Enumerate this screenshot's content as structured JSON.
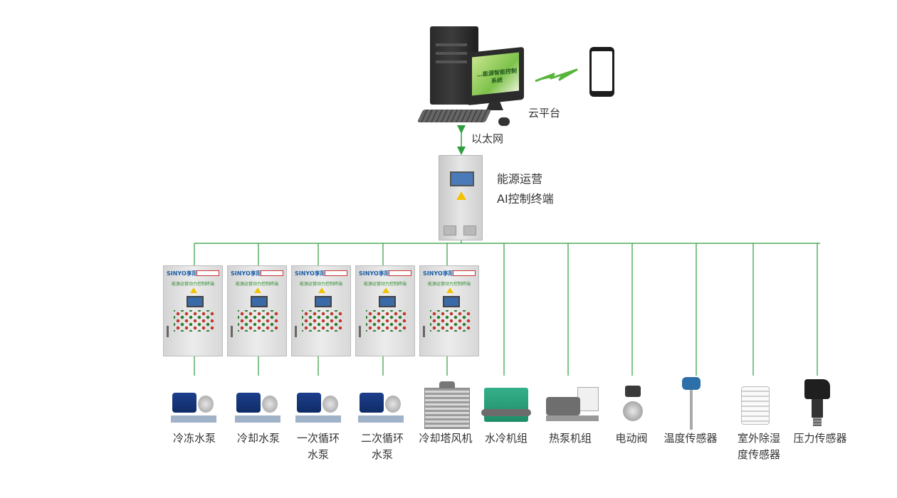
{
  "colors": {
    "line": "#2e9e3e",
    "text": "#333333"
  },
  "computer": {
    "screen_title": "…能源智能控制系统"
  },
  "links": {
    "ethernet": "以太网",
    "cloud": "云平台"
  },
  "master_terminal": {
    "line1": "能源运营",
    "line2": "AI控制终端"
  },
  "cabinets": [
    {
      "brand": "SINYO享阳",
      "title": "能源运营动力控制终端"
    },
    {
      "brand": "SINYO享阳",
      "title": "能源运营动力控制终端"
    },
    {
      "brand": "SINYO享阳",
      "title": "能源运营动力控制终端"
    },
    {
      "brand": "SINYO享阳",
      "title": "能源运营动力控制终端"
    },
    {
      "brand": "SINYO享阳",
      "title": "能源运营动力控制终端"
    }
  ],
  "devices": [
    {
      "label": "冷冻水泵",
      "icon": "pump-icon"
    },
    {
      "label": "冷却水泵",
      "icon": "pump-icon"
    },
    {
      "label": "一次循环\n水泵",
      "icon": "pump-icon"
    },
    {
      "label": "二次循环\n水泵",
      "icon": "pump-icon"
    },
    {
      "label": "冷却塔风机",
      "icon": "cooling-tower-icon"
    },
    {
      "label": "水冷机组",
      "icon": "water-chiller-icon"
    },
    {
      "label": "热泵机组",
      "icon": "heat-pump-icon"
    },
    {
      "label": "电动阀",
      "icon": "electric-valve-icon"
    },
    {
      "label": "温度传感器",
      "icon": "temperature-sensor-icon"
    },
    {
      "label": "室外除湿\n度传感器",
      "icon": "humidity-sensor-icon"
    },
    {
      "label": "压力传感器",
      "icon": "pressure-sensor-icon"
    }
  ]
}
